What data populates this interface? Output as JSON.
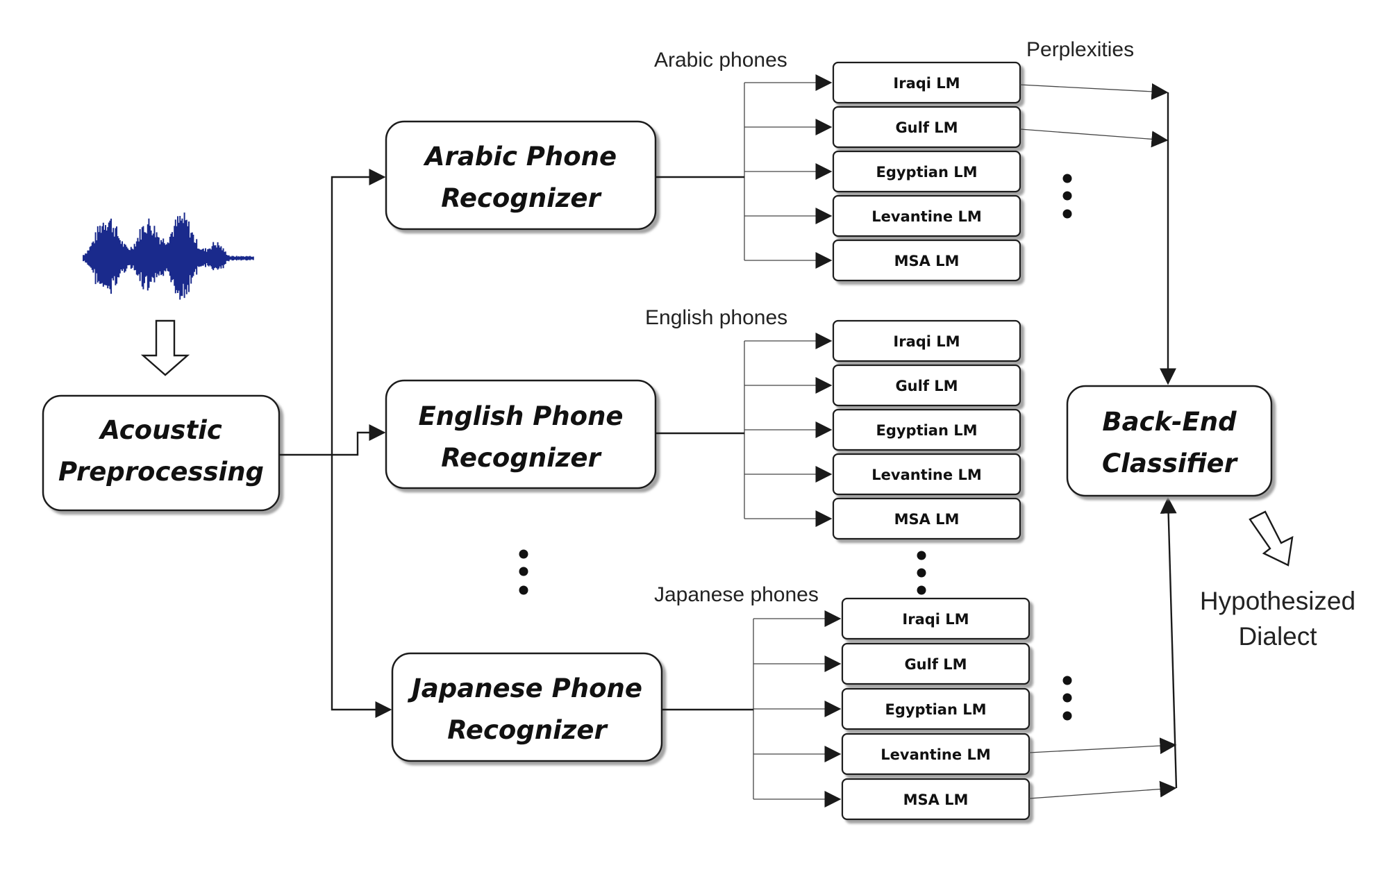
{
  "input": {
    "waveform_icon": "audio-waveform-icon",
    "waveform_color": "#1a2a8c"
  },
  "preprocessing": {
    "line1": "Acoustic",
    "line2": "Preprocessing"
  },
  "recognizers": [
    {
      "line1": "Arabic Phone",
      "line2": "Recognizer",
      "phones_label": "Arabic phones"
    },
    {
      "line1": "English Phone",
      "line2": "Recognizer",
      "phones_label": "English phones"
    },
    {
      "line1": "Japanese Phone",
      "line2": "Recognizer",
      "phones_label": "Japanese phones"
    }
  ],
  "language_models": [
    "Iraqi LM",
    "Gulf LM",
    "Egyptian LM",
    "Levantine LM",
    "MSA LM"
  ],
  "perplexities_label": "Perplexities",
  "classifier": {
    "line1": "Back-End",
    "line2": "Classifier"
  },
  "output": {
    "line1": "Hypothesized",
    "line2": "Dialect"
  },
  "colors": {
    "line": "#1a1a1a",
    "shadow": "#9a9a9a"
  }
}
